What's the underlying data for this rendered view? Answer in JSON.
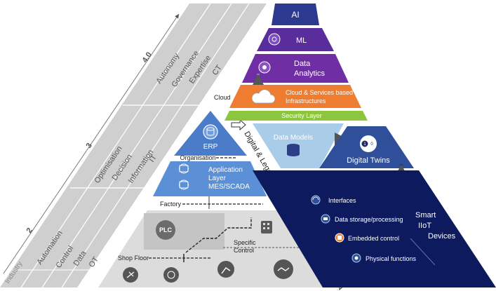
{
  "industry": {
    "axis_label": "Industry",
    "levels": [
      {
        "number": "2",
        "terms": [
          "Automation",
          "Control",
          "Data",
          "OT"
        ]
      },
      {
        "number": "3",
        "terms": [
          "Optimisation",
          "Decision",
          "Information",
          "IT"
        ]
      },
      {
        "number": "4.0",
        "terms": [
          "Autonomy",
          "Governance",
          "Expertise",
          "CT"
        ]
      }
    ]
  },
  "center": {
    "erp": "ERP",
    "organisation": "Organisation",
    "app_layer": [
      "Application",
      "Layer",
      "MES/SCADA"
    ],
    "factory": "Factory",
    "plc": "PLC",
    "specific_control": [
      "Specific",
      "Control"
    ],
    "shop_floor": "Shop Floor"
  },
  "strategy_label": "Digital & Legacy Systems Integration Strategy",
  "right": {
    "ai": "AI",
    "ml": "ML",
    "data_analytics": [
      "Data",
      "Analytics"
    ],
    "cloud": "Cloud",
    "cloud_services": [
      "Cloud & Services based",
      "Infrastructures"
    ],
    "security_layer": "Security Layer",
    "data_models": "Data Models",
    "digital_twins": "Digital Twins",
    "twin_bits": [
      "1",
      "0"
    ]
  },
  "iiot": {
    "title": [
      "Smart",
      "IIoT",
      "Devices"
    ],
    "items": [
      "Interfaces",
      "Data storage/processing",
      "Embedded control",
      "Physical functions"
    ]
  },
  "colors": {
    "ai": "#2b3a8f",
    "ml": "#5a2d9c",
    "analytics": "#6f2ea3",
    "cloud_layer": "#ee7d31",
    "security": "#8cc63f",
    "data_models": "#a9cde8",
    "digital_twins": "#2f4f9a",
    "iiot": "#0d1b5e",
    "left_band": "#c8c8c8",
    "center_dark": "#6b6b6b",
    "app_layer": "#5b8fd6"
  }
}
